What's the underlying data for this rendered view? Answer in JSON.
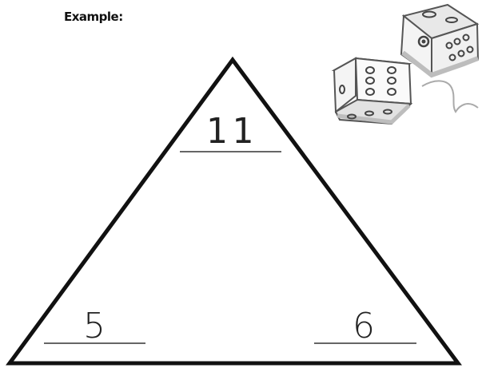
{
  "heading": "Example:",
  "fact_triangle": {
    "top_number": "11",
    "left_number": "5",
    "right_number": "6"
  },
  "colors": {
    "ink": "#111111",
    "dice_shadow": "#bdbdbd",
    "dice_outline": "#555555"
  },
  "icons": {
    "dice": "pair-of-dice-icon"
  }
}
